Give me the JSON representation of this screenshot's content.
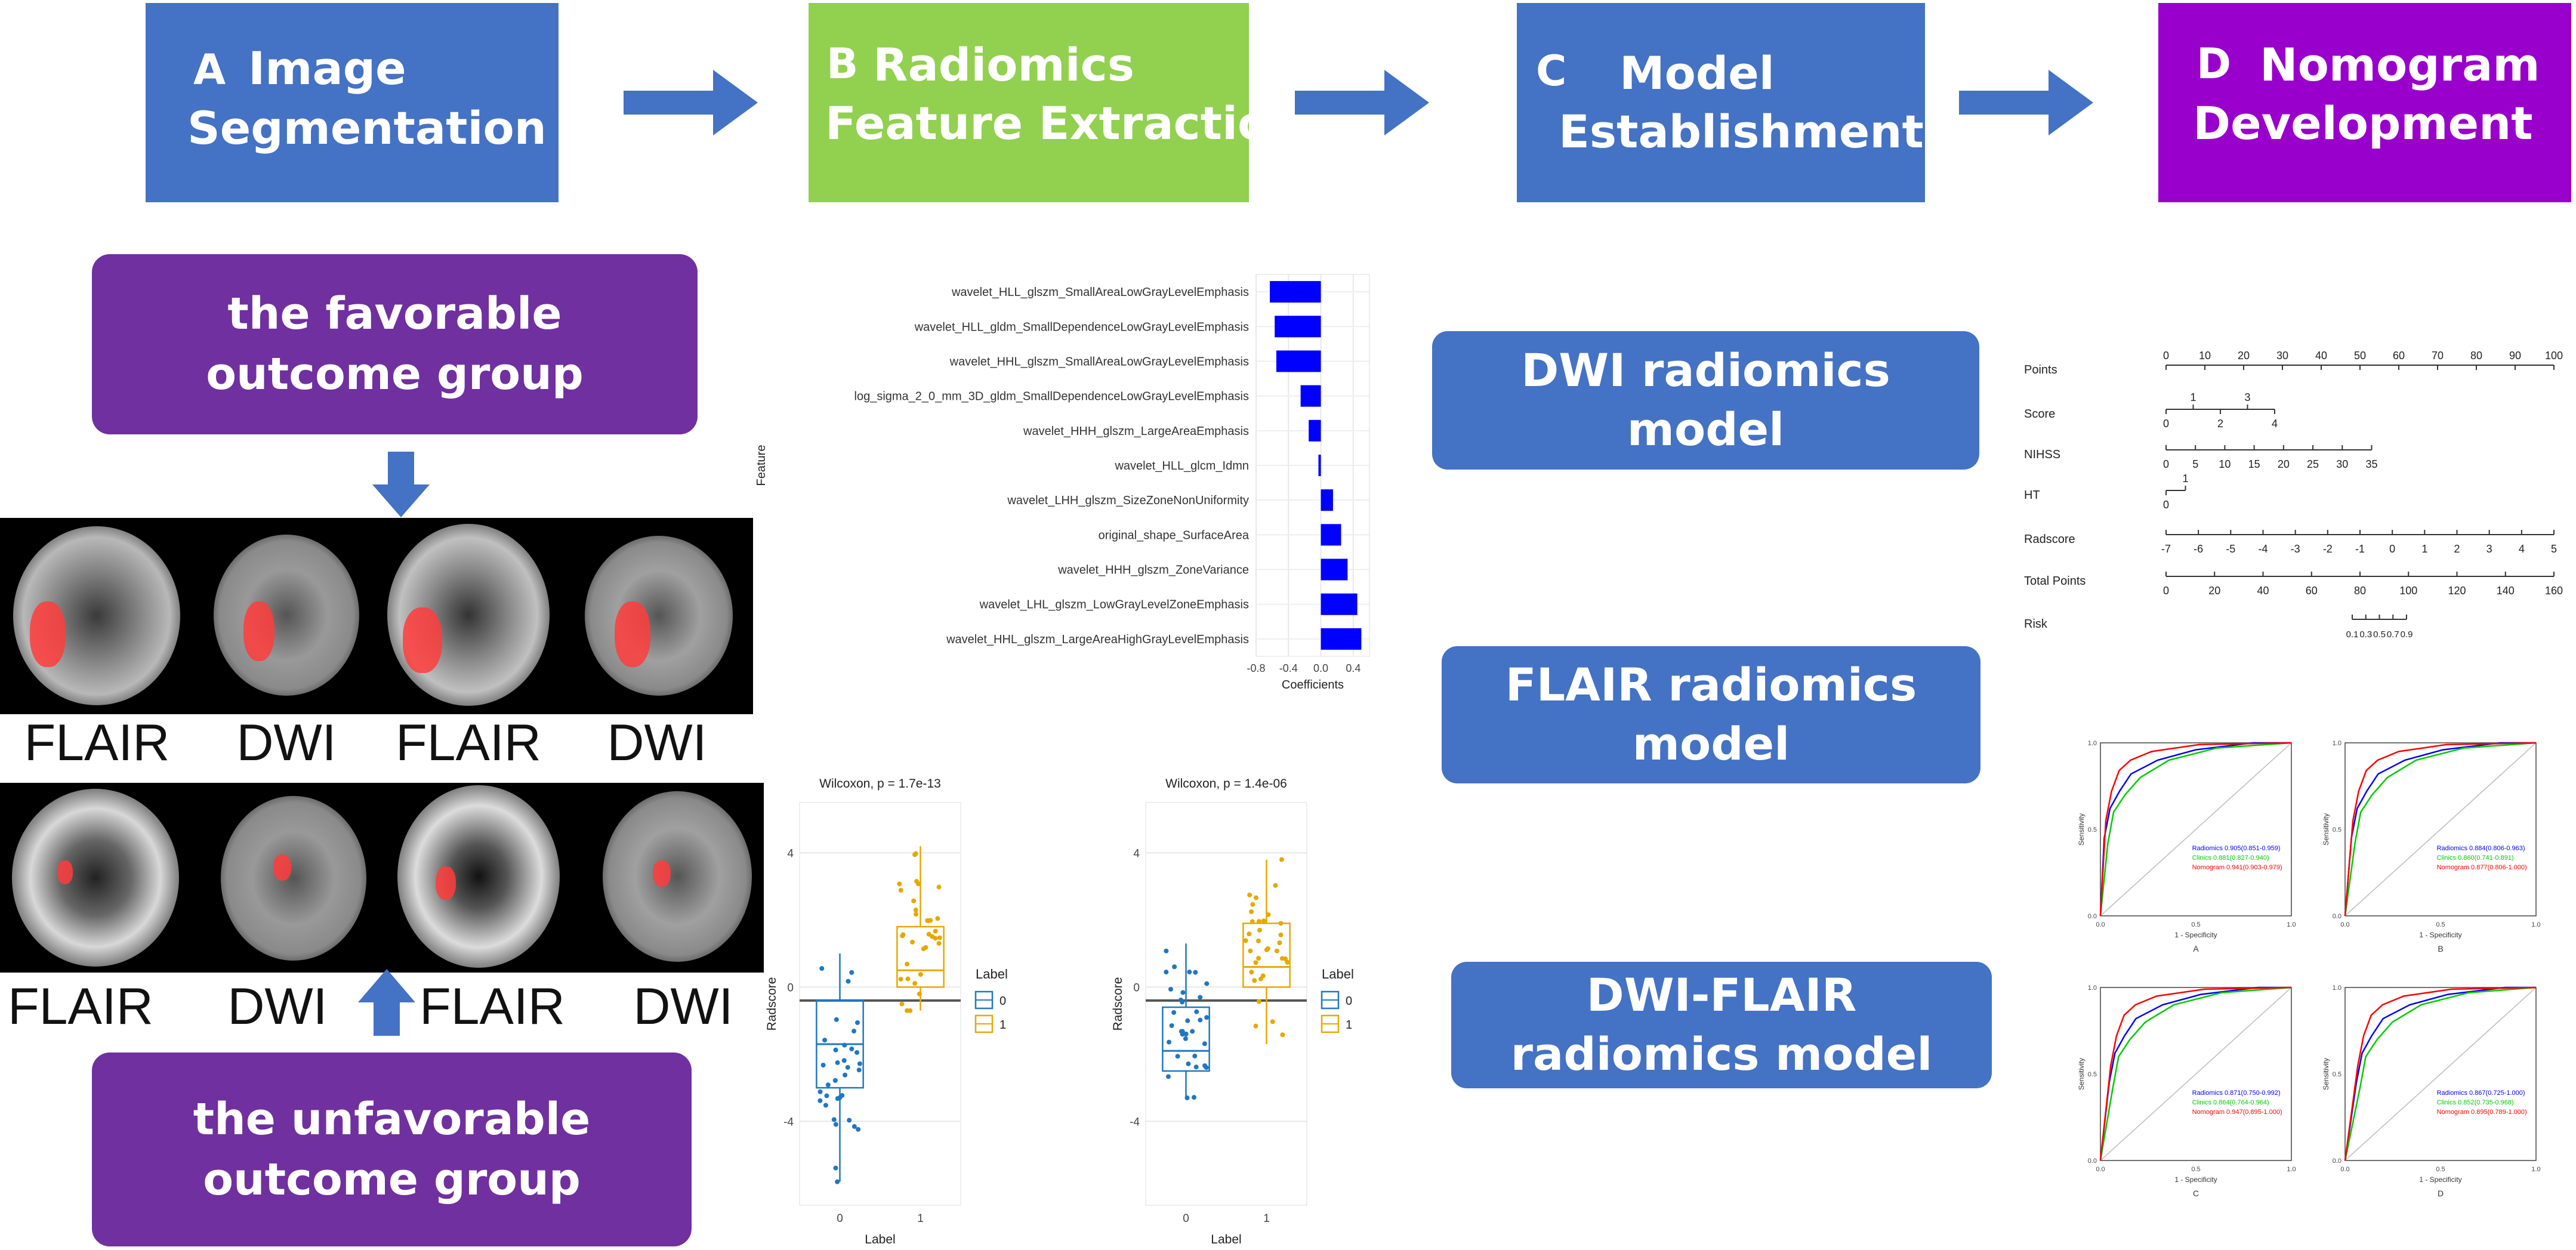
{
  "stages": [
    {
      "letter": "A",
      "line1": "Image",
      "line2": "Segmentation",
      "color": "#4472c4"
    },
    {
      "letter": "B",
      "line1": "Radiomics",
      "line2": "Feature Extraction",
      "color": "#92d050"
    },
    {
      "letter": "C",
      "line1": "Model",
      "line2": "Establishment",
      "color": "#4472c4"
    },
    {
      "letter": "D",
      "line1": "Nomogram",
      "line2": "Development",
      "color": "#9900cc"
    }
  ],
  "groups": {
    "favorable": [
      "the favorable",
      "outcome group"
    ],
    "unfavorable": [
      "the unfavorable",
      "outcome group"
    ]
  },
  "mri_labels": {
    "top": [
      "FLAIR",
      "DWI",
      "FLAIR",
      "DWI"
    ],
    "bottom": [
      "FLAIR",
      "DWI",
      "FLAIR",
      "DWI"
    ]
  },
  "models": [
    [
      "DWI radiomics",
      "model"
    ],
    [
      "FLAIR radiomics",
      "model"
    ],
    [
      "DWI-FLAIR",
      "radiomics model"
    ]
  ],
  "chart_data": [
    {
      "type": "bar",
      "orientation": "horizontal",
      "xlabel": "Coefficients",
      "ylabel": "Feature",
      "xlim": [
        -0.8,
        0.6
      ],
      "xticks": [
        "-0.8",
        "-0.4",
        "0.0",
        "0.4"
      ],
      "bar_color": "#0000ff",
      "categories": [
        "wavelet_HLL_glszm_SmallAreaLowGrayLevelEmphasis",
        "wavelet_HLL_gldm_SmallDependenceLowGrayLevelEmphasis",
        "wavelet_HHL_glszm_SmallAreaLowGrayLevelEmphasis",
        "log_sigma_2_0_mm_3D_gldm_SmallDependenceLowGrayLevelEmphasis",
        "wavelet_HHH_glszm_LargeAreaEmphasis",
        "wavelet_HLL_glcm_Idmn",
        "wavelet_LHH_glszm_SizeZoneNonUniformity",
        "original_shape_SurfaceArea",
        "wavelet_HHH_glszm_ZoneVariance",
        "wavelet_LHL_glszm_LowGrayLevelZoneEmphasis",
        "wavelet_HHL_glszm_LargeAreaHighGrayLevelEmphasis"
      ],
      "values": [
        -0.63,
        -0.57,
        -0.55,
        -0.25,
        -0.15,
        -0.03,
        0.15,
        0.25,
        0.33,
        0.45,
        0.5
      ]
    },
    {
      "type": "box",
      "title": "Wilcoxon, p = 1.7e-13",
      "xlabel": "Label",
      "ylabel": "Radscore",
      "categories": [
        "0",
        "1"
      ],
      "ylim": [
        -6.5,
        5.5
      ],
      "yticks": [
        -4,
        0,
        4
      ],
      "legend_title": "Label",
      "legend": [
        "0",
        "1"
      ],
      "colors": [
        "#1f77c4",
        "#e6a800"
      ],
      "reference_line": -0.4,
      "boxes": [
        {
          "label": "0",
          "min": -5.8,
          "q1": -3.0,
          "median": -1.7,
          "q3": -0.4,
          "max": 1.0
        },
        {
          "label": "1",
          "min": -0.7,
          "q1": 0.0,
          "median": 0.5,
          "q3": 1.8,
          "max": 4.2
        }
      ]
    },
    {
      "type": "box",
      "title": "Wilcoxon, p = 1.4e-06",
      "xlabel": "Label",
      "ylabel": "Radscore",
      "categories": [
        "0",
        "1"
      ],
      "ylim": [
        -6.5,
        5.5
      ],
      "yticks": [
        -4,
        0,
        4
      ],
      "legend_title": "Label",
      "legend": [
        "0",
        "1"
      ],
      "colors": [
        "#1f77c4",
        "#e6a800"
      ],
      "reference_line": -0.4,
      "boxes": [
        {
          "label": "0",
          "min": -3.3,
          "q1": -2.5,
          "median": -1.9,
          "q3": -0.6,
          "max": 1.3
        },
        {
          "label": "1",
          "min": -1.7,
          "q1": 0.0,
          "median": 0.6,
          "q3": 1.9,
          "max": 3.8
        }
      ]
    }
  ],
  "nomogram": {
    "rows": [
      {
        "label": "Points",
        "ticks": [
          "0",
          "10",
          "20",
          "30",
          "40",
          "50",
          "60",
          "70",
          "80",
          "90",
          "100"
        ]
      },
      {
        "label": "Score",
        "above": [
          "1",
          "3"
        ],
        "below": [
          "0",
          "2",
          "4"
        ]
      },
      {
        "label": "NIHSS",
        "ticks": [
          "0",
          "5",
          "10",
          "15",
          "20",
          "25",
          "30",
          "35"
        ]
      },
      {
        "label": "HT",
        "above": [
          "1"
        ],
        "below": [
          "0"
        ]
      },
      {
        "label": "Radscore",
        "ticks": [
          "-7",
          "-6",
          "-5",
          "-4",
          "-3",
          "-2",
          "-1",
          "0",
          "1",
          "2",
          "3",
          "4",
          "5"
        ]
      },
      {
        "label": "Total Points",
        "ticks": [
          "0",
          "20",
          "40",
          "60",
          "80",
          "100",
          "120",
          "140",
          "160"
        ]
      },
      {
        "label": "Risk",
        "ticks": [
          "0.1",
          "0.3",
          "0.5",
          "0.7",
          "0.9"
        ]
      }
    ]
  },
  "roc_panels": [
    {
      "letter": "A",
      "legend": [
        "Radiomics 0.905(0.851-0.959)",
        "Clinics 0.881(0.827-0.940)",
        "Nomogram 0.941(0.903-0.979)"
      ]
    },
    {
      "letter": "B",
      "legend": [
        "Radiomics 0.884(0.806-0.963)",
        "Clinics 0.860(0.741-0.891)",
        "Nomogram 0.877(0.806-1.000)"
      ]
    },
    {
      "letter": "C",
      "legend": [
        "Radiomics 0.871(0.750-0.992)",
        "Clinics 0.864(0.764-0.964)",
        "Nomogram 0.947(0.895-1.000)"
      ]
    },
    {
      "letter": "D",
      "legend": [
        "Radiomics 0.867(0.725-1.000)",
        "Clinics 0.852(0.735-0.968)",
        "Nomogram 0.895(0.789-1.000)"
      ]
    }
  ],
  "roc_axes": {
    "xlabel": "1 - Specificity",
    "ylabel": "Sensitivity",
    "ticks": [
      "0.0",
      "0.5",
      "1.0"
    ],
    "colors": [
      "#0000ff",
      "#00cc00",
      "#ff0000"
    ]
  }
}
